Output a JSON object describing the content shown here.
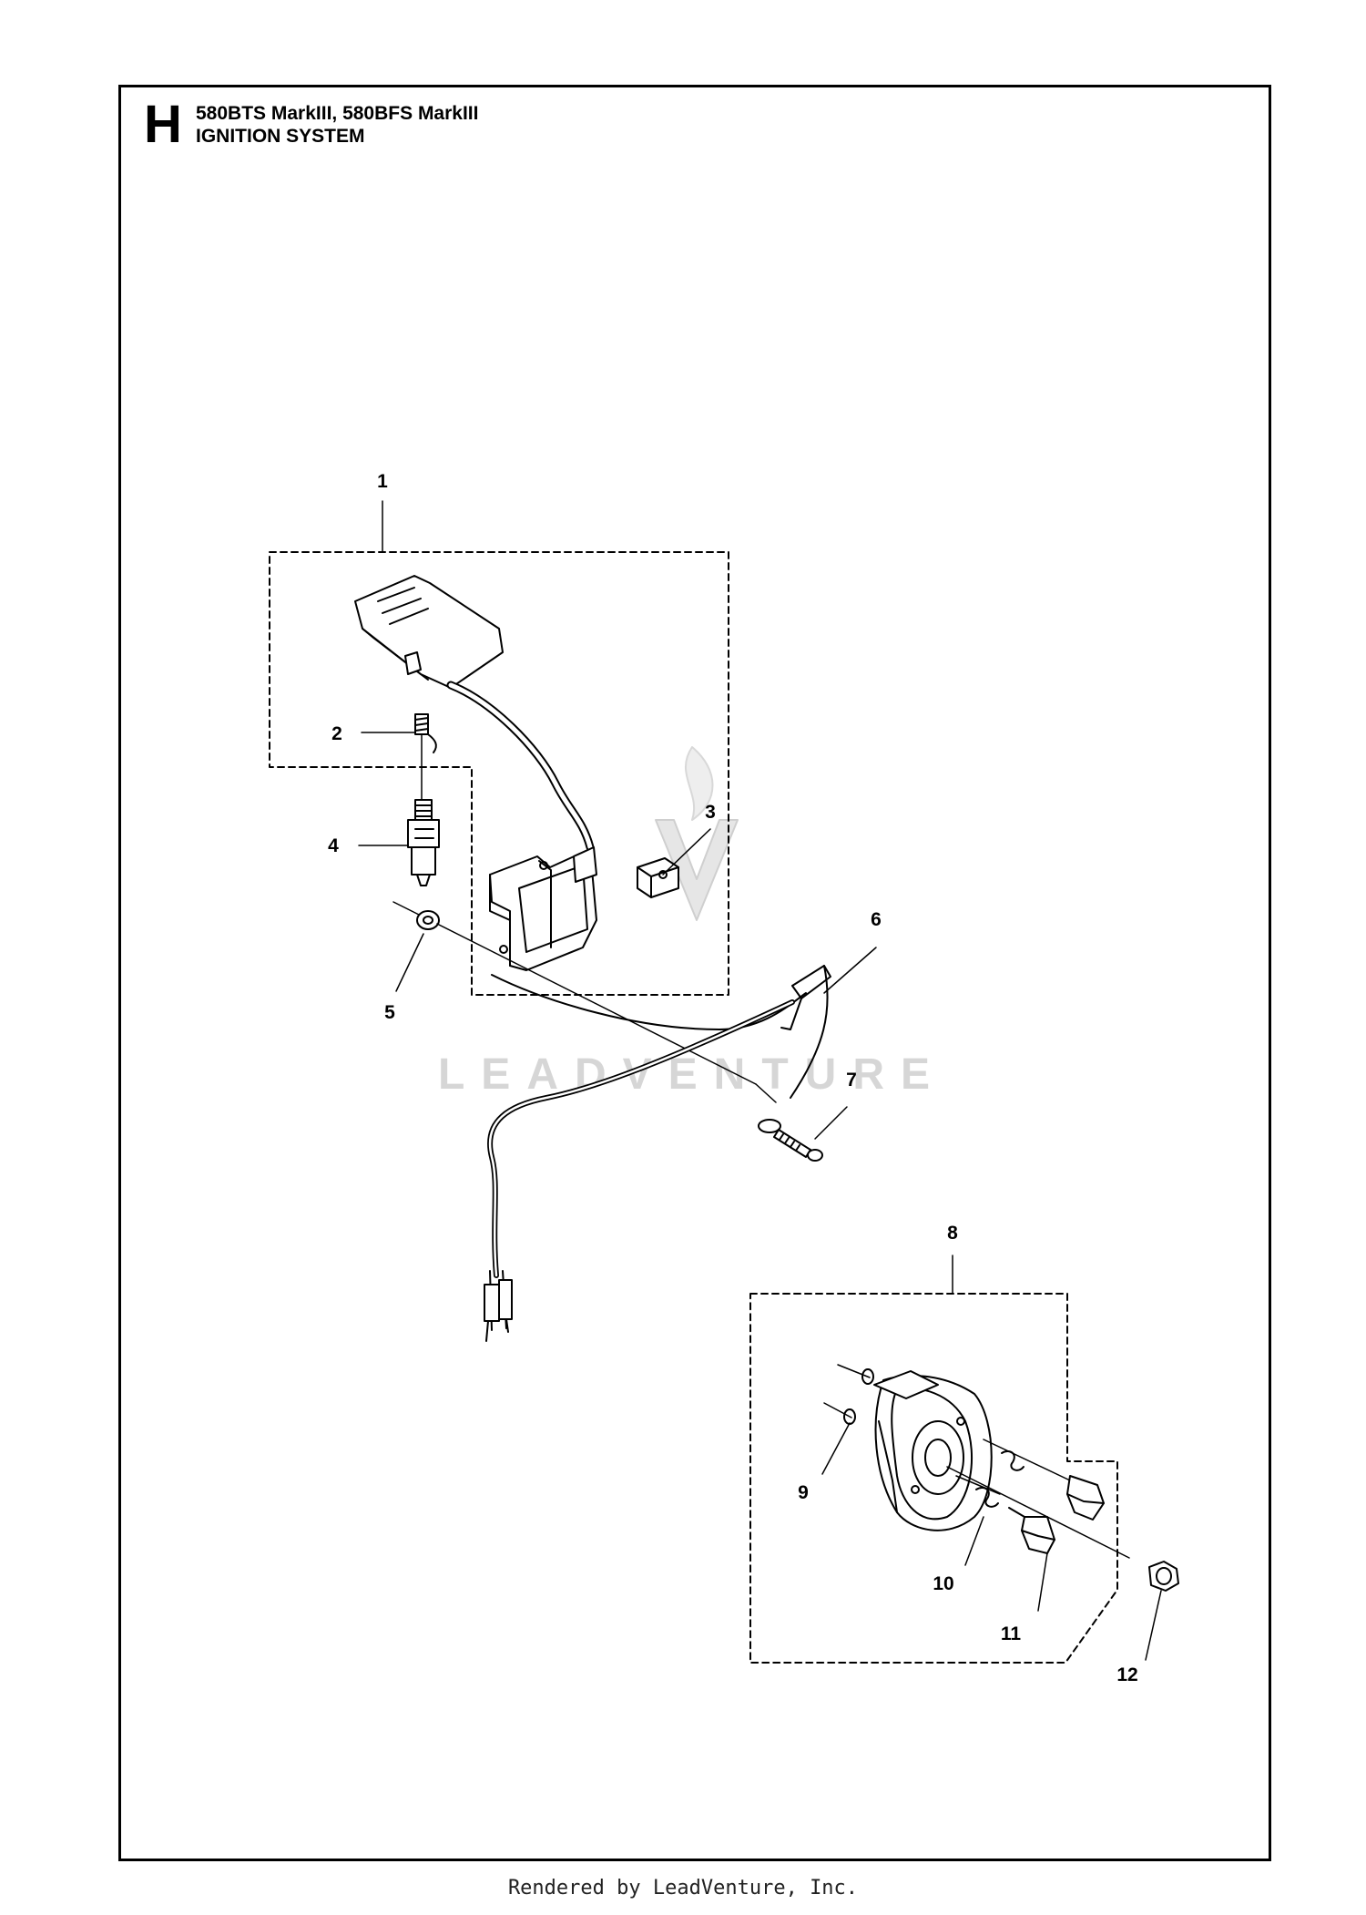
{
  "header": {
    "section_letter": "H",
    "models": "580BTS MarkIII, 580BFS MarkIII",
    "title": "IGNITION SYSTEM"
  },
  "callouts": [
    {
      "number": "1"
    },
    {
      "number": "2"
    },
    {
      "number": "3"
    },
    {
      "number": "4"
    },
    {
      "number": "5"
    },
    {
      "number": "6"
    },
    {
      "number": "7"
    },
    {
      "number": "8"
    },
    {
      "number": "9"
    },
    {
      "number": "10"
    },
    {
      "number": "11"
    },
    {
      "number": "12"
    }
  ],
  "watermark": {
    "text": "LEADVENTURE"
  },
  "footer": {
    "text": "Rendered by LeadVenture, Inc."
  },
  "colors": {
    "line": "#000000",
    "watermark": "#cfcfcf",
    "part_fill": "#ffffff"
  }
}
